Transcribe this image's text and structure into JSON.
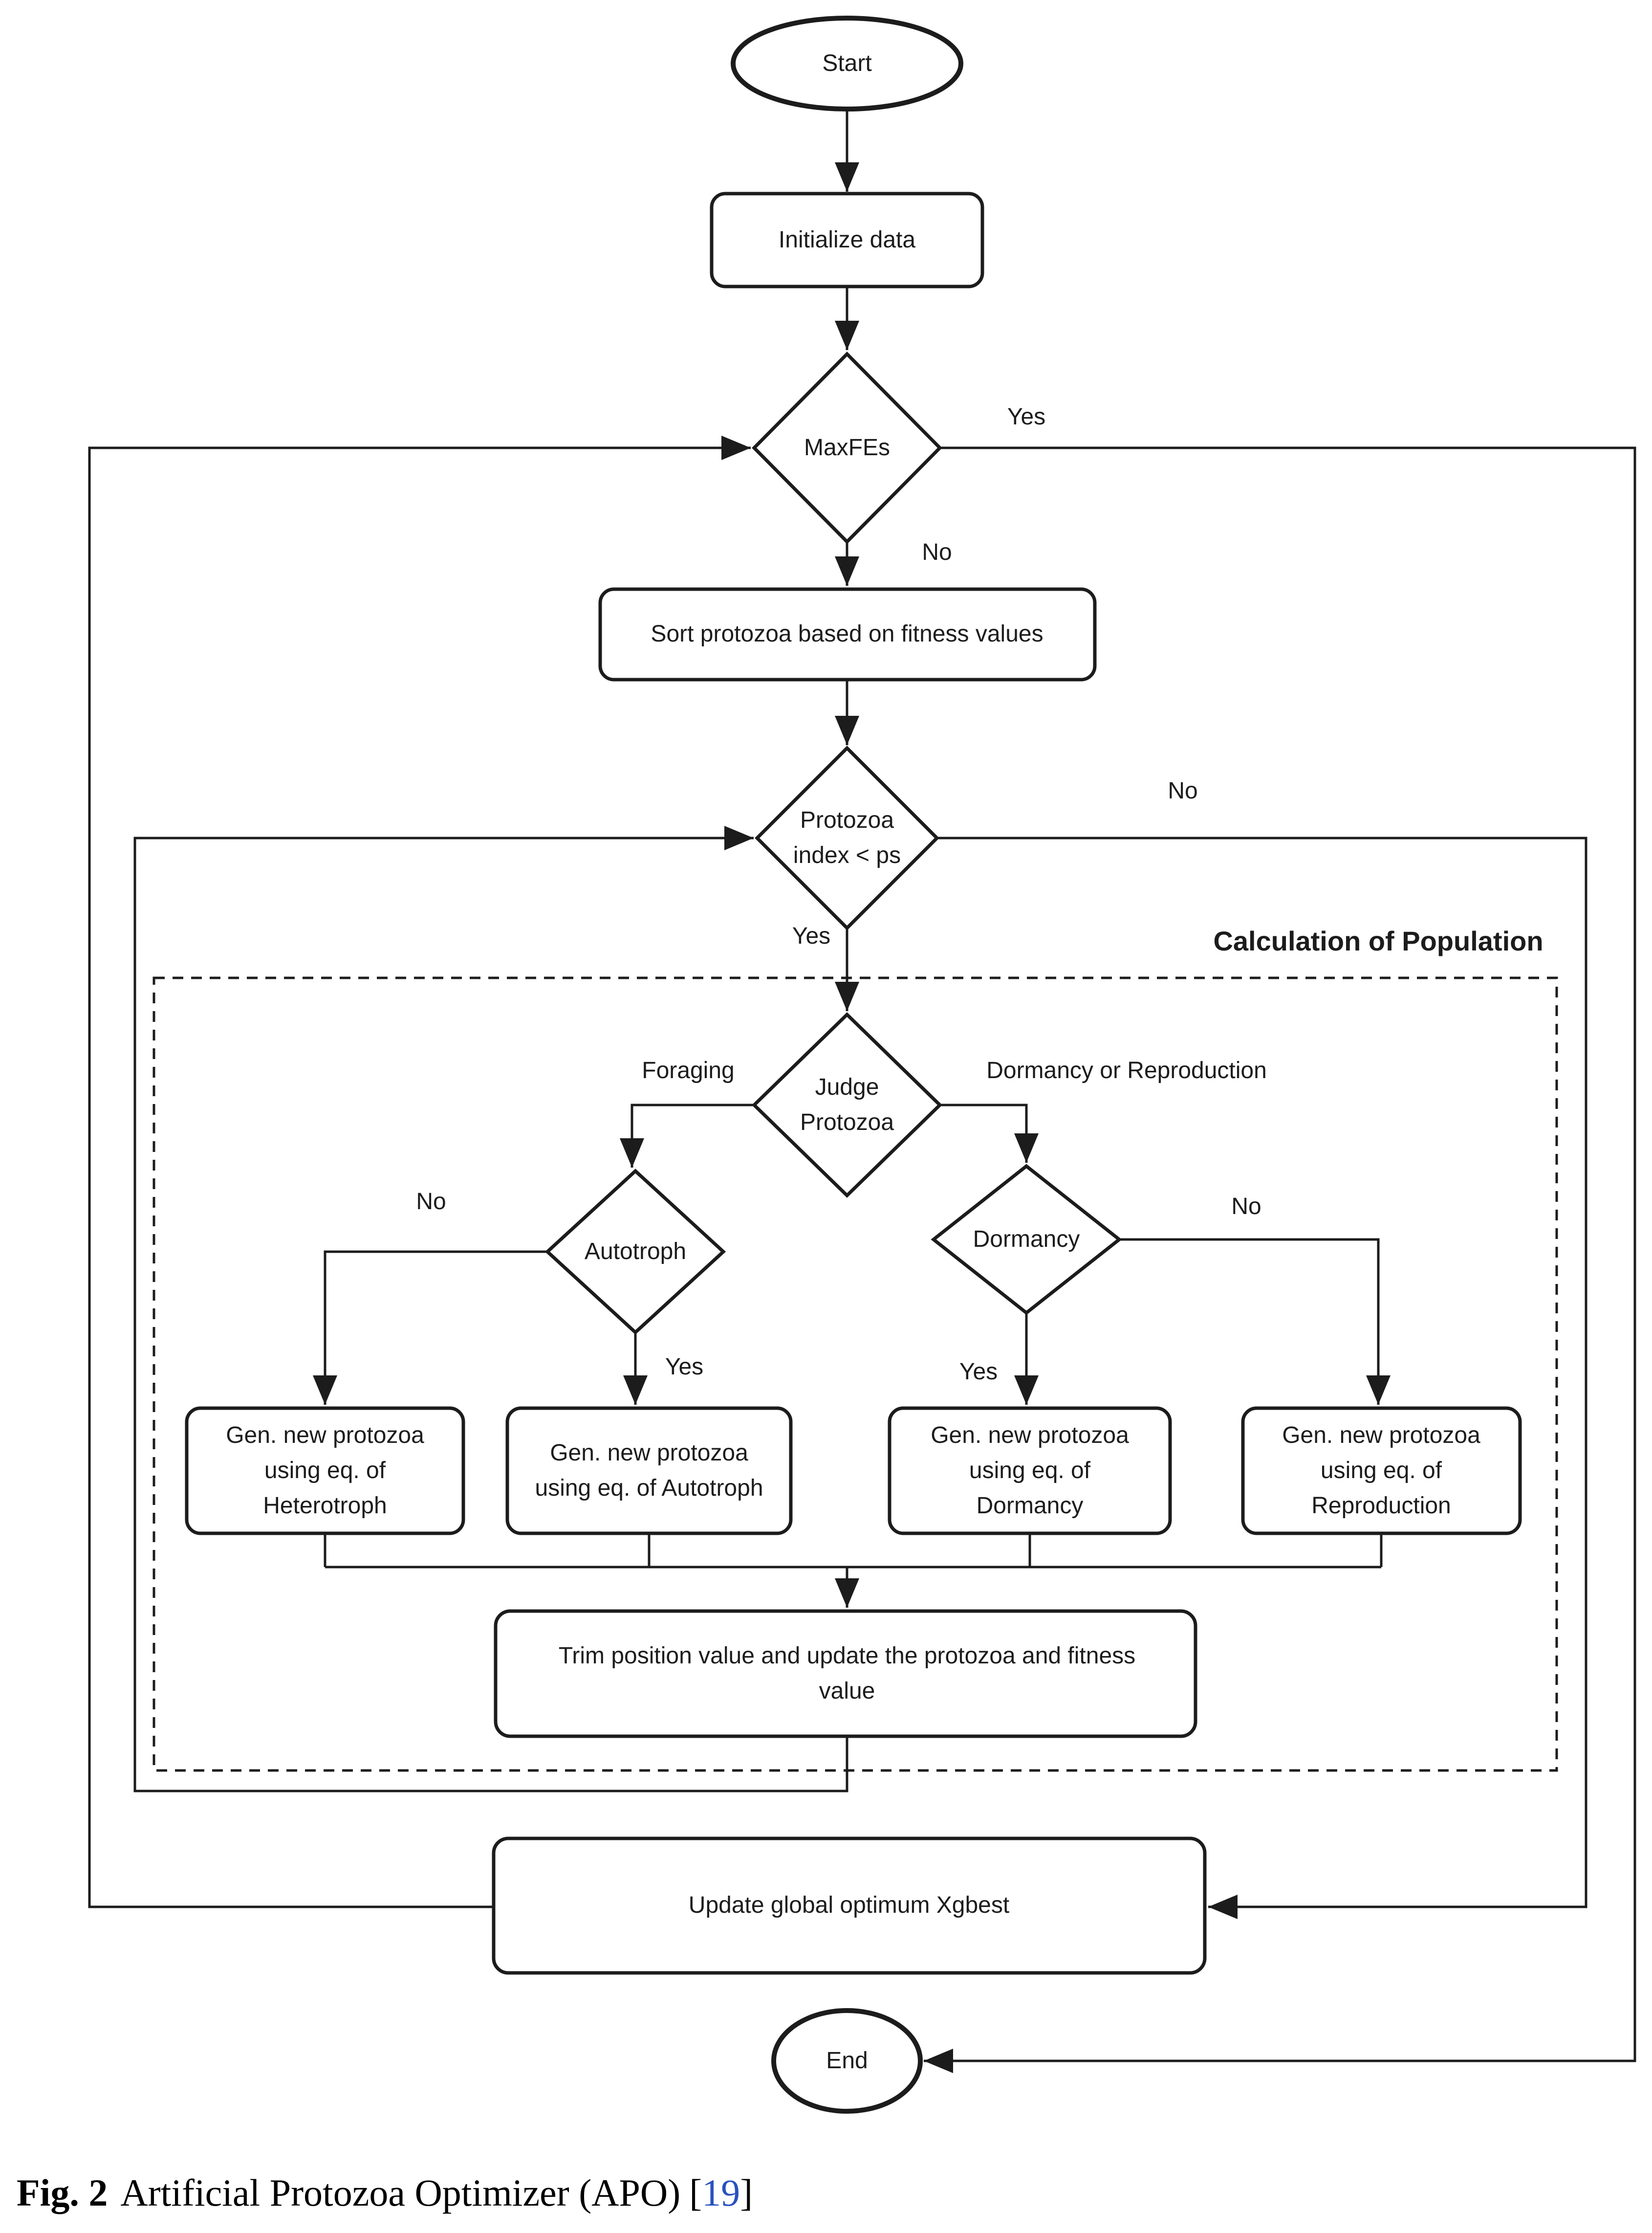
{
  "diagram": {
    "nodes": {
      "start": "Start",
      "initialize": "Initialize data",
      "maxfes": "MaxFEs",
      "sort": "Sort protozoa based on fitness values",
      "protozoa_index": "Protozoa\nindex < ps",
      "judge": "Judge\nProtozoa",
      "autotroph": "Autotroph",
      "dormancy": "Dormancy",
      "gen_heterotroph": "Gen. new protozoa\nusing eq. of\nHeterotroph",
      "gen_autotroph": "Gen. new protozoa\nusing eq. of Autotroph",
      "gen_dormancy": "Gen. new protozoa\nusing eq. of\nDormancy",
      "gen_reproduction": "Gen. new protozoa\nusing eq. of\nReproduction",
      "trim": "Trim position value and update the protozoa and fitness\nvalue",
      "update_global": "Update global optimum Xgbest",
      "end": "End"
    },
    "edge_labels": {
      "maxfes_yes": "Yes",
      "maxfes_no": "No",
      "protozoa_no": "No",
      "protozoa_yes": "Yes",
      "judge_foraging": "Foraging",
      "judge_dormancy_reproduction": "Dormancy or Reproduction",
      "autotroph_no": "No",
      "autotroph_yes": "Yes",
      "dormancy_yes": "Yes",
      "dormancy_no": "No"
    },
    "region_label": "Calculation of Population"
  },
  "caption": {
    "prefix": "Fig. 2",
    "title": "Artificial Protozoa Optimizer (APO)",
    "citation_open": "[",
    "citation": "19",
    "citation_close": "]"
  },
  "colors": {
    "stroke": "#1c1c1c",
    "background": "#ffffff",
    "citation_link": "#2a52be"
  }
}
